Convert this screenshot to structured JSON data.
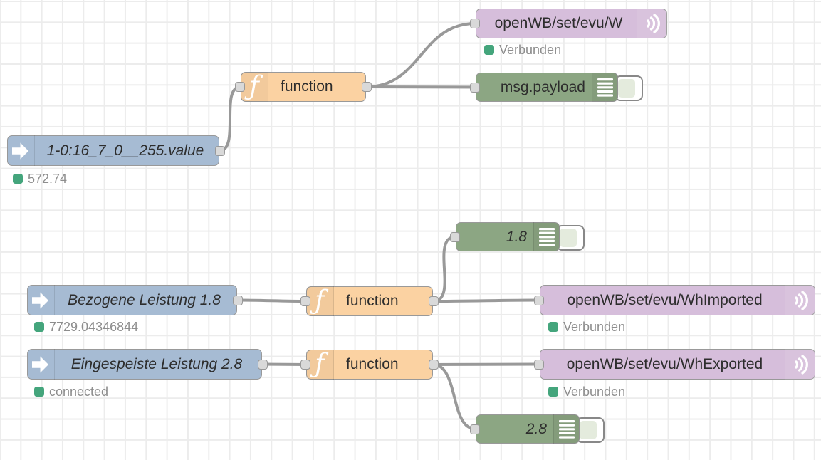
{
  "workspace": {
    "type": "node-red-flow-editor"
  },
  "nodes": {
    "smartmeter_value": {
      "label": "1-0:16_7_0__255.value",
      "status": "572.74"
    },
    "function_top": {
      "label": "function"
    },
    "mqtt_w": {
      "label": "openWB/set/evu/W",
      "status": "Verbunden"
    },
    "debug_msg_payload": {
      "label": "msg.payload"
    },
    "debug_1_8": {
      "label": "1.8"
    },
    "bezogene_leistung": {
      "label": "Bezogene Leistung 1.8",
      "status": "7729.04346844"
    },
    "function_mid": {
      "label": "function"
    },
    "mqtt_wh_imported": {
      "label": "openWB/set/evu/WhImported",
      "status": "Verbunden"
    },
    "eingespeiste_leistung": {
      "label": "Eingespeiste Leistung 2.8",
      "status": "connected"
    },
    "function_bottom": {
      "label": "function"
    },
    "mqtt_wh_exported": {
      "label": "openWB/set/evu/WhExported",
      "status": "Verbunden"
    },
    "debug_2_8": {
      "label": "2.8"
    }
  },
  "colors": {
    "input_node": "#a6bbd3",
    "function_node": "#fbd2a2",
    "debug_node": "#8ca683",
    "mqtt_node": "#d6bedb",
    "status_dot_connected": "#44a57c",
    "wire": "#999999",
    "grid_line": "#ececec"
  }
}
